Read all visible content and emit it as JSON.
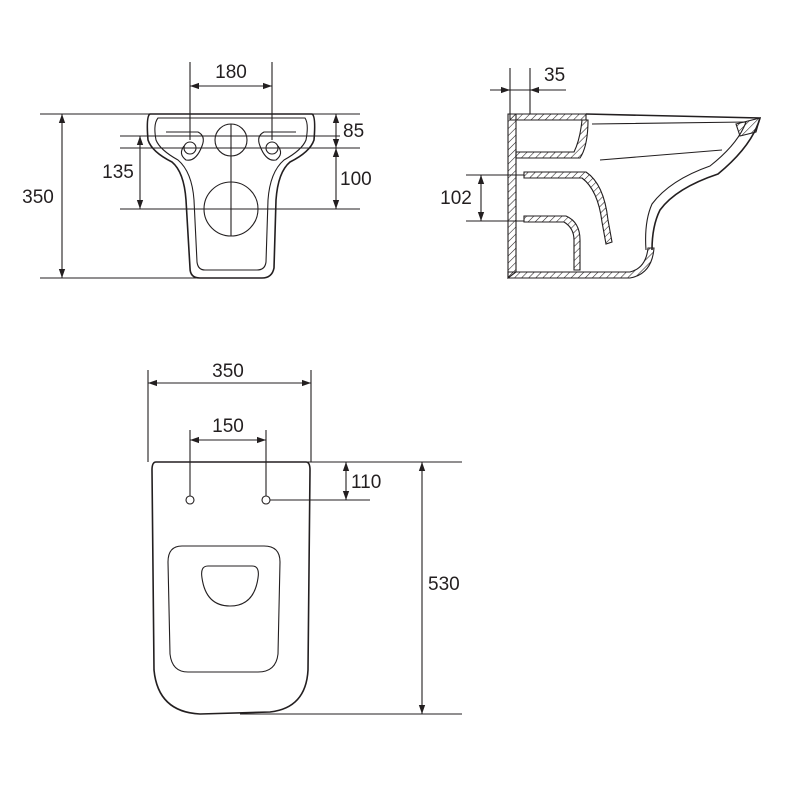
{
  "colors": {
    "ink": "#231f20",
    "background": "#ffffff"
  },
  "dimensions": {
    "rear_bolt_spacing": "180",
    "rear_overall_height": "350",
    "rear_top_to_bolts": "85",
    "rear_bolts_to_outlet": "100",
    "rear_inlet_to_outlet": "135",
    "side_wall_depth": "35",
    "side_outlet_height": "102",
    "top_width": "350",
    "top_seat_hole_spacing": "150",
    "top_wall_to_seat_holes": "110",
    "top_length": "530"
  }
}
